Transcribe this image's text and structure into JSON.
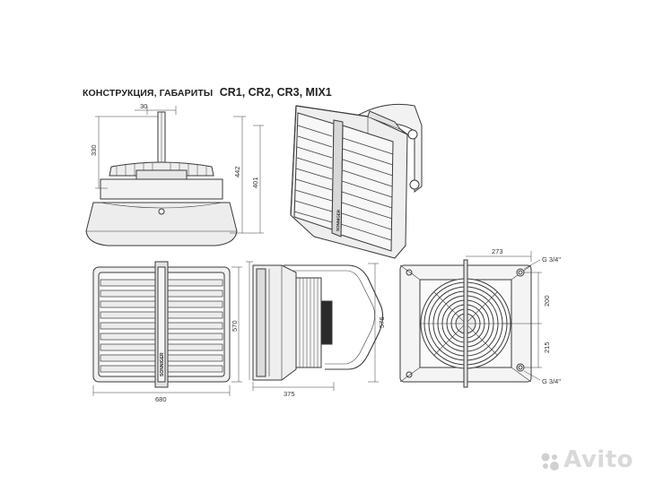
{
  "title": {
    "text_ru": "КОНСТРУКЦИЯ, ГАБАРИТЫ",
    "models": "CR1, CR2, CR3, MIX1"
  },
  "dimensions": {
    "top_offset": "30",
    "top_height": "330",
    "top_total": "442",
    "top_body": "401",
    "front_width": "680",
    "front_height": "570",
    "side_depth": "375",
    "side_height": "576",
    "rear_width": "273",
    "rear_upper": "200",
    "rear_lower": "215",
    "pipe_top": "G 3/4\"",
    "pipe_bottom": "G 3/4\""
  },
  "brand_label": "SONNIGER",
  "watermark": {
    "text": "Avito"
  },
  "colors": {
    "line": "#3a3a3a",
    "fill_light": "#f2f2f2",
    "fill_mid": "#d9d9d9",
    "dark": "#222222"
  }
}
